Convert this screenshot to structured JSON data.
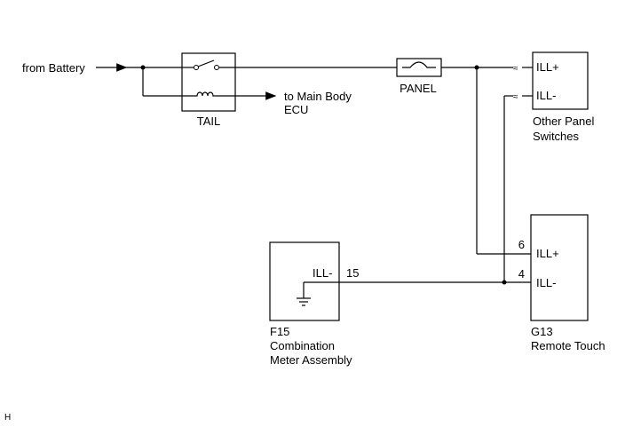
{
  "battery_label": "from Battery",
  "relay": {
    "label": "TAIL",
    "output_label_line1": "to Main Body",
    "output_label_line2": "ECU"
  },
  "fuse": {
    "label": "PANEL"
  },
  "other_panel": {
    "pin_top": "ILL+",
    "pin_bottom": "ILL-",
    "name_line1": "Other Panel",
    "name_line2": "Switches"
  },
  "remote_touch": {
    "code": "G13",
    "name": "Remote Touch",
    "pin_top_label": "ILL+",
    "pin_top_number": "6",
    "pin_bottom_label": "ILL-",
    "pin_bottom_number": "4"
  },
  "meter": {
    "code": "F15",
    "name_line1": "Combination",
    "name_line2": "Meter Assembly",
    "pin_label": "ILL-",
    "pin_number": "15"
  },
  "corner_mark": "H",
  "colors": {
    "line": "#000000",
    "background": "#ffffff"
  }
}
